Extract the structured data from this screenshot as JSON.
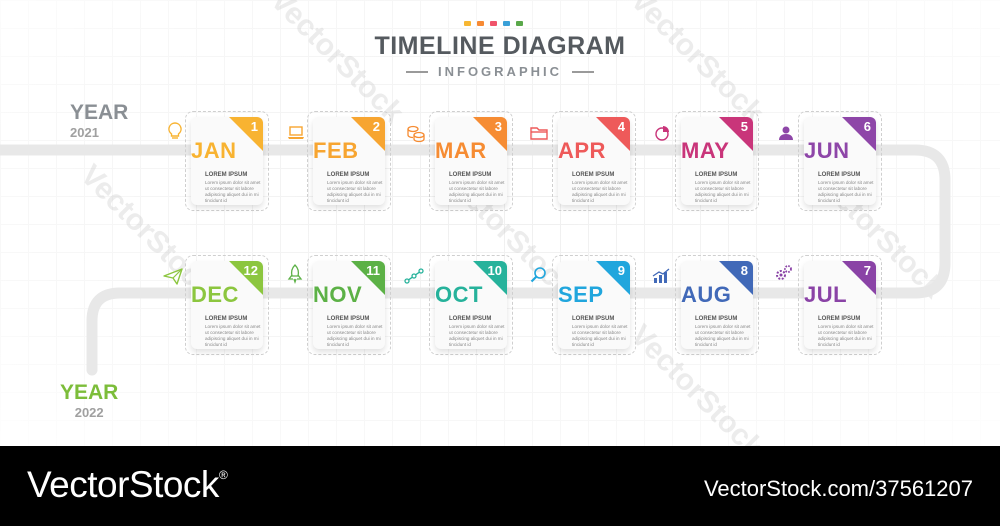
{
  "header": {
    "title": "TIMELINE DIAGRAM",
    "subtitle": "INFOGRAPHIC",
    "dot_colors": [
      "#f7b733",
      "#f78a34",
      "#f0546a",
      "#3aa0d8",
      "#5aa84a"
    ]
  },
  "years": {
    "start": {
      "label": "YEAR",
      "number": "2021",
      "color": "#8a8f94"
    },
    "end": {
      "label": "YEAR",
      "number": "2022",
      "color": "#7cbd3a"
    }
  },
  "cards": [
    {
      "month": "JAN",
      "num": "1",
      "color": "#f8b331",
      "icon": "lightbulb-icon",
      "title": "LOREM IPSUM",
      "text": "Lorem ipsum dolor sit amet ut consectetur sit labore adipiscing aliquet dui in mi tincidunt id"
    },
    {
      "month": "FEB",
      "num": "2",
      "color": "#f7a531",
      "icon": "laptop-icon",
      "title": "LOREM IPSUM",
      "text": "Lorem ipsum dolor sit amet ut consectetur sit labore adipiscing aliquet dui in mi tincidunt id"
    },
    {
      "month": "MAR",
      "num": "3",
      "color": "#f68c33",
      "icon": "coins-icon",
      "title": "LOREM IPSUM",
      "text": "Lorem ipsum dolor sit amet ut consectetur sit labore adipiscing aliquet dui in mi tincidunt id"
    },
    {
      "month": "APR",
      "num": "4",
      "color": "#ee5a5a",
      "icon": "folder-icon",
      "title": "LOREM IPSUM",
      "text": "Lorem ipsum dolor sit amet ut consectetur sit labore adipiscing aliquet dui in mi tincidunt id"
    },
    {
      "month": "MAY",
      "num": "5",
      "color": "#c9357a",
      "icon": "pie-chart-icon",
      "title": "LOREM IPSUM",
      "text": "Lorem ipsum dolor sit amet ut consectetur sit labore adipiscing aliquet dui in mi tincidunt id"
    },
    {
      "month": "JUN",
      "num": "6",
      "color": "#8e46a8",
      "icon": "user-icon",
      "title": "LOREM IPSUM",
      "text": "Lorem ipsum dolor sit amet ut consectetur sit labore adipiscing aliquet dui in mi tincidunt id"
    },
    {
      "month": "JUL",
      "num": "7",
      "color": "#8a43a6",
      "icon": "gears-icon",
      "title": "LOREM IPSUM",
      "text": "Lorem ipsum dolor sit amet ut consectetur sit labore adipiscing aliquet dui in mi tincidunt id"
    },
    {
      "month": "AUG",
      "num": "8",
      "color": "#4169b8",
      "icon": "growth-chart-icon",
      "title": "LOREM IPSUM",
      "text": "Lorem ipsum dolor sit amet ut consectetur sit labore adipiscing aliquet dui in mi tincidunt id"
    },
    {
      "month": "SEP",
      "num": "9",
      "color": "#21a6dd",
      "icon": "magnifier-icon",
      "title": "LOREM IPSUM",
      "text": "Lorem ipsum dolor sit amet ut consectetur sit labore adipiscing aliquet dui in mi tincidunt id"
    },
    {
      "month": "OCT",
      "num": "10",
      "color": "#26b29b",
      "icon": "network-icon",
      "title": "LOREM IPSUM",
      "text": "Lorem ipsum dolor sit amet ut consectetur sit labore adipiscing aliquet dui in mi tincidunt id"
    },
    {
      "month": "NOV",
      "num": "11",
      "color": "#5cb146",
      "icon": "rocket-icon",
      "title": "LOREM IPSUM",
      "text": "Lorem ipsum dolor sit amet ut consectetur sit labore adipiscing aliquet dui in mi tincidunt id"
    },
    {
      "month": "DEC",
      "num": "12",
      "color": "#8cc63f",
      "icon": "paper-plane-icon",
      "title": "LOREM IPSUM",
      "text": "Lorem ipsum dolor sit amet ut consectetur sit labore adipiscing aliquet dui in mi tincidunt id"
    }
  ],
  "watermark": "VectorStock",
  "footer": {
    "brand": "VectorStock",
    "registered": "®",
    "stock_id": "VectorStock.com/37561207"
  }
}
